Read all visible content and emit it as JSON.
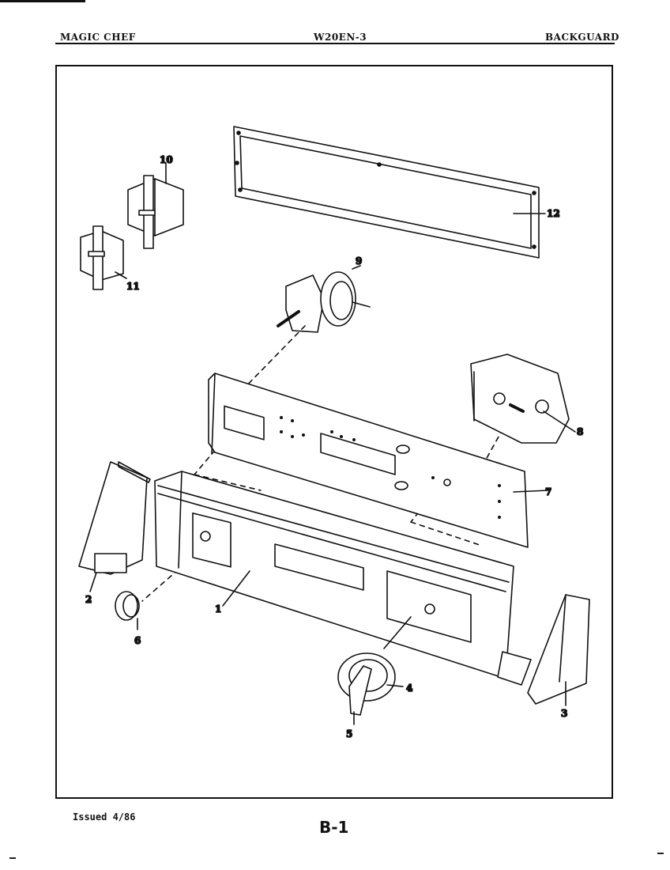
{
  "header": {
    "brand": "MAGIC CHEF",
    "model": "W20EN-3",
    "section": "BACKGUARD"
  },
  "callouts": [
    {
      "id": "1",
      "label": "1"
    },
    {
      "id": "2",
      "label": "2"
    },
    {
      "id": "3",
      "label": "3"
    },
    {
      "id": "4",
      "label": "4"
    },
    {
      "id": "5",
      "label": "5"
    },
    {
      "id": "6",
      "label": "6"
    },
    {
      "id": "7",
      "label": "7"
    },
    {
      "id": "8",
      "label": "8"
    },
    {
      "id": "9",
      "label": "9"
    },
    {
      "id": "10",
      "label": "10"
    },
    {
      "id": "11",
      "label": "11"
    },
    {
      "id": "12",
      "label": "12"
    }
  ],
  "footer": {
    "issued": "Issued 4/86",
    "page": "B-1"
  }
}
